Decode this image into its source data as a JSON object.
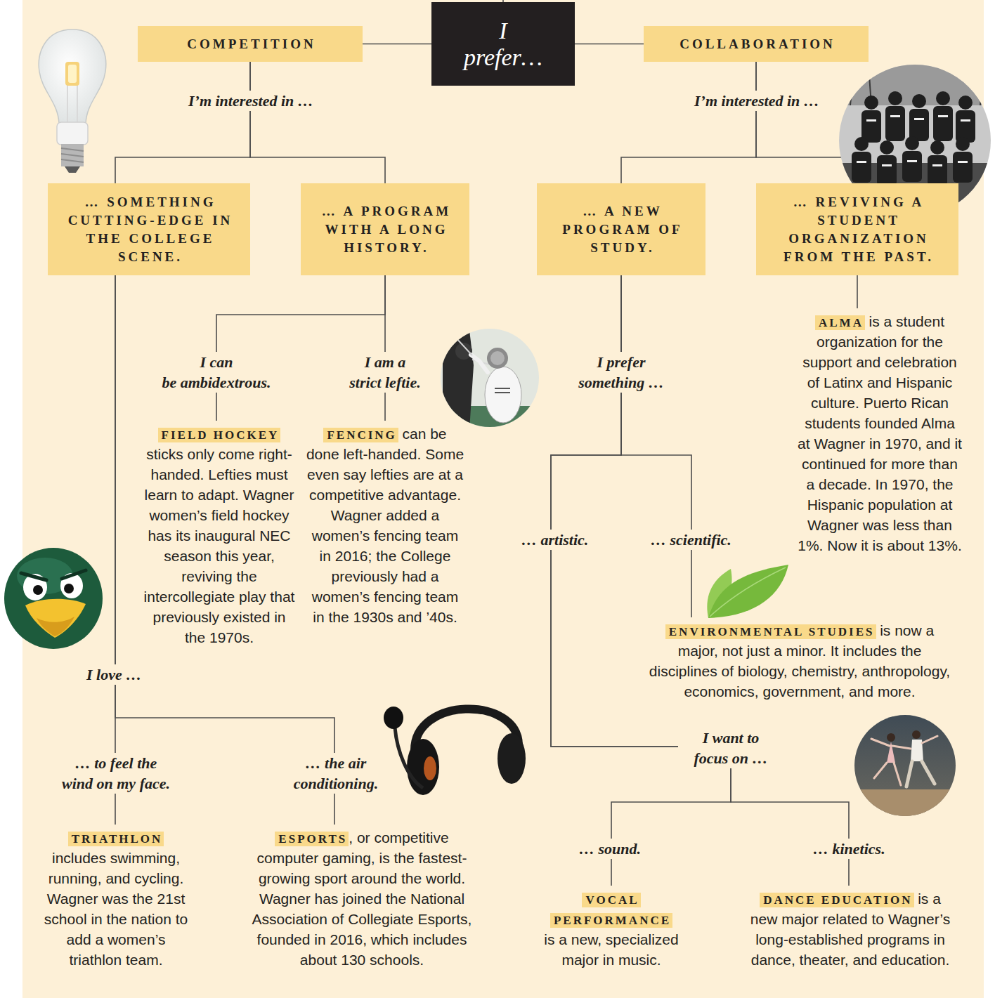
{
  "diagram": {
    "nodes": [
      {
        "text": [
          "I prefer…"
        ]
      },
      {
        "text": [
          "COMPETITION"
        ]
      },
      {
        "text": [
          "COLLABORATION"
        ]
      },
      {
        "text": [
          "… SOMETHING CUTTING-EDGE IN THE COLLEGE SCENE."
        ]
      },
      {
        "text": [
          "… A PROGRAM WITH A LONG HISTORY."
        ]
      },
      {
        "text": [
          "… A NEW PROGRAM OF STUDY."
        ]
      },
      {
        "text": [
          "… REVIVING A STUDENT ORGANIZATION FROM THE PAST."
        ]
      },
      {
        "text": [
          "FIELD HOCKEY",
          "sticks only come right-handed. Lefties must learn to adapt. Wagner women’s field hockey has its inaugural NEC season this year, reviving the intercollegiate play that previously existed in the 1970s."
        ]
      },
      {
        "text": [
          "FENCING",
          "can be done left-handed. Some even say lefties are at a competitive advantage. Wagner added a women’s fencing team in 2016; the College previously had a women’s fencing team in the 1930s and ’40s."
        ]
      },
      {
        "text": [
          "ALMA",
          "is a student organization for the support and celebration of Latinx and Hispanic culture. Puerto Rican students founded Alma at Wagner in 1970, and it continued for more than a decade. In 1970, the Hispanic population at Wagner was less than 1%. Now it is about 13%."
        ]
      },
      {
        "text": [
          "ENVIRONMENTAL STUDIES",
          "is now a major, not just a minor. It includes the disciplines of biology, chemistry, anthropology, economics, government, and more."
        ]
      },
      {
        "text": [
          "TRIATHLON",
          "includes swimming, running, and cycling. Wagner was the 21st school in the nation to add a women’s triathlon team."
        ]
      },
      {
        "text": [
          "ESPORTS",
          ", or competitive computer gaming, is the fastest-growing sport around the world. Wagner has joined the National Association of Collegiate Esports, founded in 2016, which includes about 130 schools."
        ]
      },
      {
        "text": [
          "VOCAL PERFORMANCE",
          "is a new, specialized major in music."
        ]
      },
      {
        "text": [
          "DANCE EDUCATION",
          "is a new major related to Wagner’s long-established programs in dance, theater, and education."
        ]
      }
    ],
    "edges": [
      {
        "from": 0,
        "to": 1,
        "arrow": "none"
      },
      {
        "from": 0,
        "to": 2,
        "arrow": "none"
      },
      {
        "from": 1,
        "to": 3,
        "arrow": "none"
      },
      {
        "from": 1,
        "to": 4,
        "arrow": "none"
      },
      {
        "from": 2,
        "to": 5,
        "arrow": "none"
      },
      {
        "from": 2,
        "to": 6,
        "arrow": "none"
      },
      {
        "from": 3,
        "to": 11,
        "arrow": "none"
      },
      {
        "from": 3,
        "to": 12,
        "arrow": "none"
      },
      {
        "from": 4,
        "to": 7,
        "arrow": "none"
      },
      {
        "from": 4,
        "to": 8,
        "arrow": "none"
      },
      {
        "from": 5,
        "to": 10,
        "arrow": "none"
      },
      {
        "from": 5,
        "to": 13,
        "arrow": "none"
      },
      {
        "from": 5,
        "to": 14,
        "arrow": "none"
      },
      {
        "from": 6,
        "to": 9,
        "arrow": "none"
      }
    ],
    "labels": [
      "I’m interested in …",
      "I’m interested in …",
      "I can be ambidextrous.",
      "I am a strict leftie.",
      "I prefer something …",
      "… artistic.",
      "… scientific.",
      "I love …",
      "… to feel the wind on my face.",
      "… the air conditioning.",
      "I want to focus on …",
      "… sound.",
      "… kinetics."
    ]
  }
}
